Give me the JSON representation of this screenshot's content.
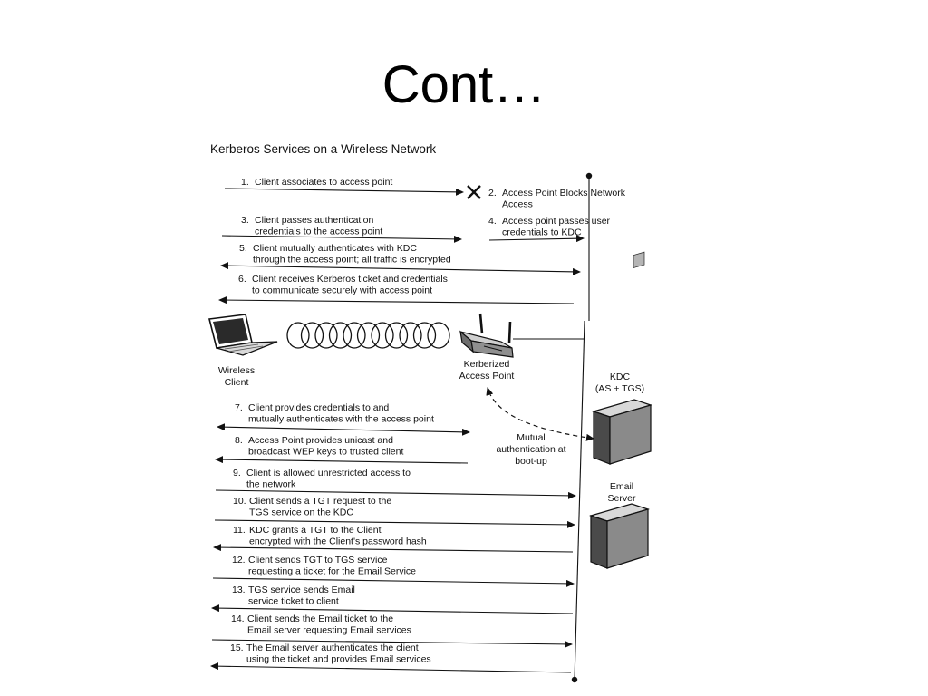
{
  "slide_title": "Cont…",
  "figure_title": "Kerberos Services on a Wireless Network",
  "steps": [
    {
      "num": "1.",
      "lines": [
        "Client associates to access point"
      ]
    },
    {
      "num": "2.",
      "lines": [
        "Access Point Blocks Network",
        "Access"
      ]
    },
    {
      "num": "3.",
      "lines": [
        "Client passes authentication",
        "credentials to the access point"
      ]
    },
    {
      "num": "4.",
      "lines": [
        "Access point passes user",
        "credentials to KDC"
      ]
    },
    {
      "num": "5.",
      "lines": [
        "Client mutually authenticates with KDC",
        "through the access point; all traffic is encrypted"
      ]
    },
    {
      "num": "6.",
      "lines": [
        "Client receives Kerberos ticket and credentials",
        "to communicate securely with access point"
      ]
    },
    {
      "num": "7.",
      "lines": [
        "Client provides credentials to and",
        "mutually authenticates with the access point"
      ]
    },
    {
      "num": "8.",
      "lines": [
        "Access Point provides unicast and",
        "broadcast WEP keys to trusted client"
      ]
    },
    {
      "num": "9.",
      "lines": [
        "Client is allowed unrestricted access to",
        "the network"
      ]
    },
    {
      "num": "10.",
      "lines": [
        "Client sends a TGT request to the",
        "TGS service on the KDC"
      ]
    },
    {
      "num": "11.",
      "lines": [
        "KDC grants a TGT to the Client",
        "encrypted with the Client's password hash"
      ]
    },
    {
      "num": "12.",
      "lines": [
        "Client sends TGT to TGS service",
        "requesting a ticket for the Email Service"
      ]
    },
    {
      "num": "13.",
      "lines": [
        "TGS service sends Email",
        "service ticket to client"
      ]
    },
    {
      "num": "14.",
      "lines": [
        "Client sends the Email ticket to the",
        "Email server requesting Email services"
      ]
    },
    {
      "num": "15.",
      "lines": [
        "The Email server authenticates the client",
        "using the ticket and provides Email services"
      ]
    }
  ],
  "devices": {
    "client": [
      "Wireless",
      "Client"
    ],
    "access_point": [
      "Kerberized",
      "Access Point"
    ],
    "kdc": [
      "KDC",
      "(AS + TGS)"
    ],
    "email_server": [
      "Email",
      "Server"
    ],
    "mutual_auth": [
      "Mutual",
      "authentication at",
      "boot-up"
    ]
  }
}
